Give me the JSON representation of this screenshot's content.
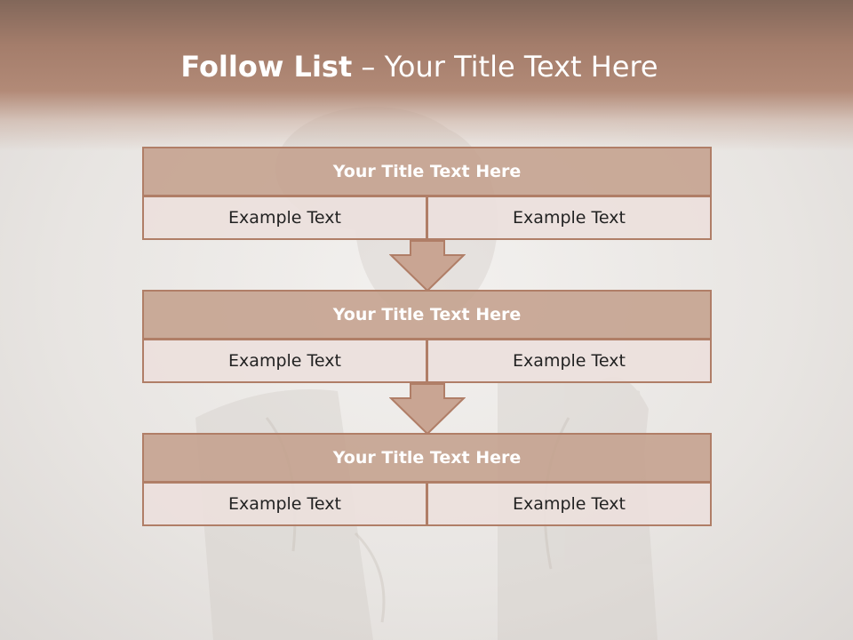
{
  "title": {
    "main": "Follow List",
    "rest": " – Your Title Text Here"
  },
  "steps": [
    {
      "title": "Your Title Text Here",
      "left": "Example Text",
      "right": "Example Text"
    },
    {
      "title": "Your Title Text Here",
      "left": "Example Text",
      "right": "Example Text"
    },
    {
      "title": "Your Title Text Here",
      "left": "Example Text",
      "right": "Example Text"
    }
  ],
  "colors": {
    "header": "#a47d6b",
    "box_fill": "#c4a08d",
    "box_border": "#b07e67",
    "cell_fill": "#ece0dc",
    "title_text": "#ffffff"
  }
}
